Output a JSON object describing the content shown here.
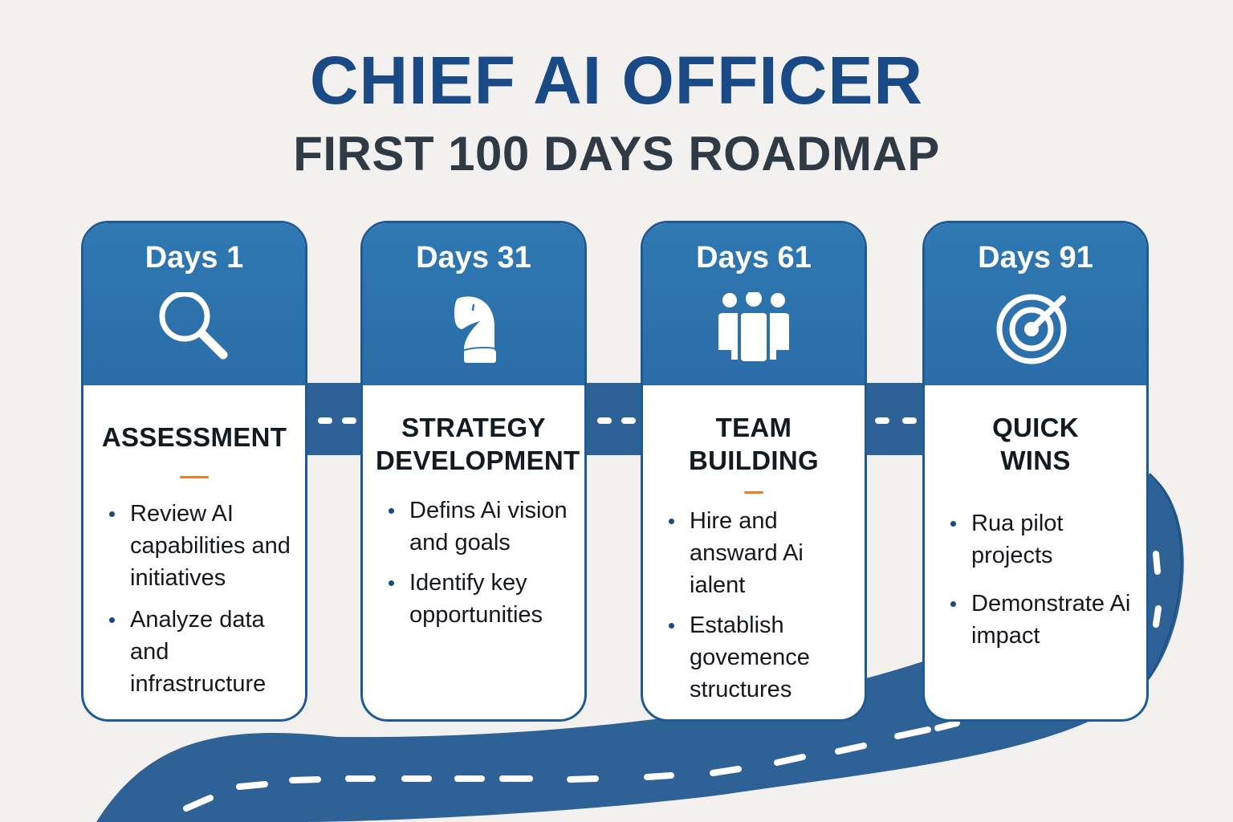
{
  "header": {
    "title": "CHIEF AI OFFICER",
    "subtitle": "FIRST 100 DAYS ROADMAP"
  },
  "colors": {
    "title": "#1a4a85",
    "subtitle": "#2f3a45",
    "card_header": "#2f78b2",
    "road": "#2e6296",
    "accent": "#f07c1e",
    "background": "#f2f1ef"
  },
  "phases": [
    {
      "days": "Days 1",
      "icon": "magnifying-glass-icon",
      "title": "ASSESSMENT",
      "has_accent": true,
      "bullets": [
        "Review AI capabilities and initiatives",
        "Analyze data and infrastructure"
      ]
    },
    {
      "days": "Days 31",
      "icon": "chess-knight-icon",
      "title": "STRATEGY DEVELOPMENT",
      "has_accent": false,
      "bullets": [
        "Defins Ai vision and goals",
        "Identify key opportunities"
      ]
    },
    {
      "days": "Days 61",
      "icon": "team-icon",
      "title": "TEAM BUILDING",
      "has_accent": true,
      "bullets": [
        "Hire and answard Ai ialent",
        "Establish govemence structures"
      ]
    },
    {
      "days": "Days 91",
      "icon": "target-icon",
      "title": "QUICK WINS",
      "has_accent": false,
      "bullets": [
        "Rua pilot projects",
        "Demonstrate Ai impact"
      ]
    }
  ]
}
